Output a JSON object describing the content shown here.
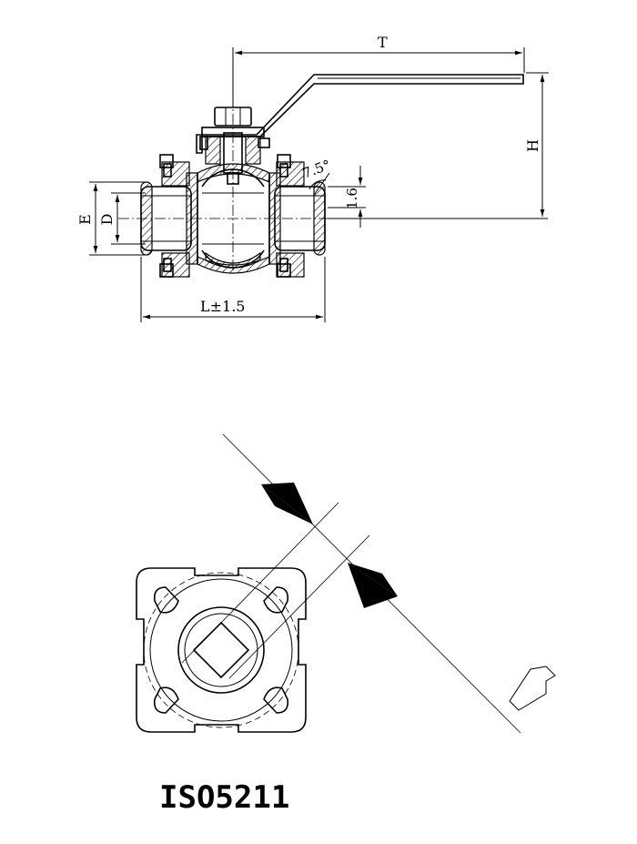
{
  "top_view": {
    "dim_T": "T",
    "dim_H": "H",
    "dim_E": "E",
    "dim_D": "D",
    "dim_L": "L±1.5",
    "dim_angle": "7.5°",
    "dim_16": "1.6"
  },
  "bottom_view": {
    "standard_label": "ISO5211"
  }
}
